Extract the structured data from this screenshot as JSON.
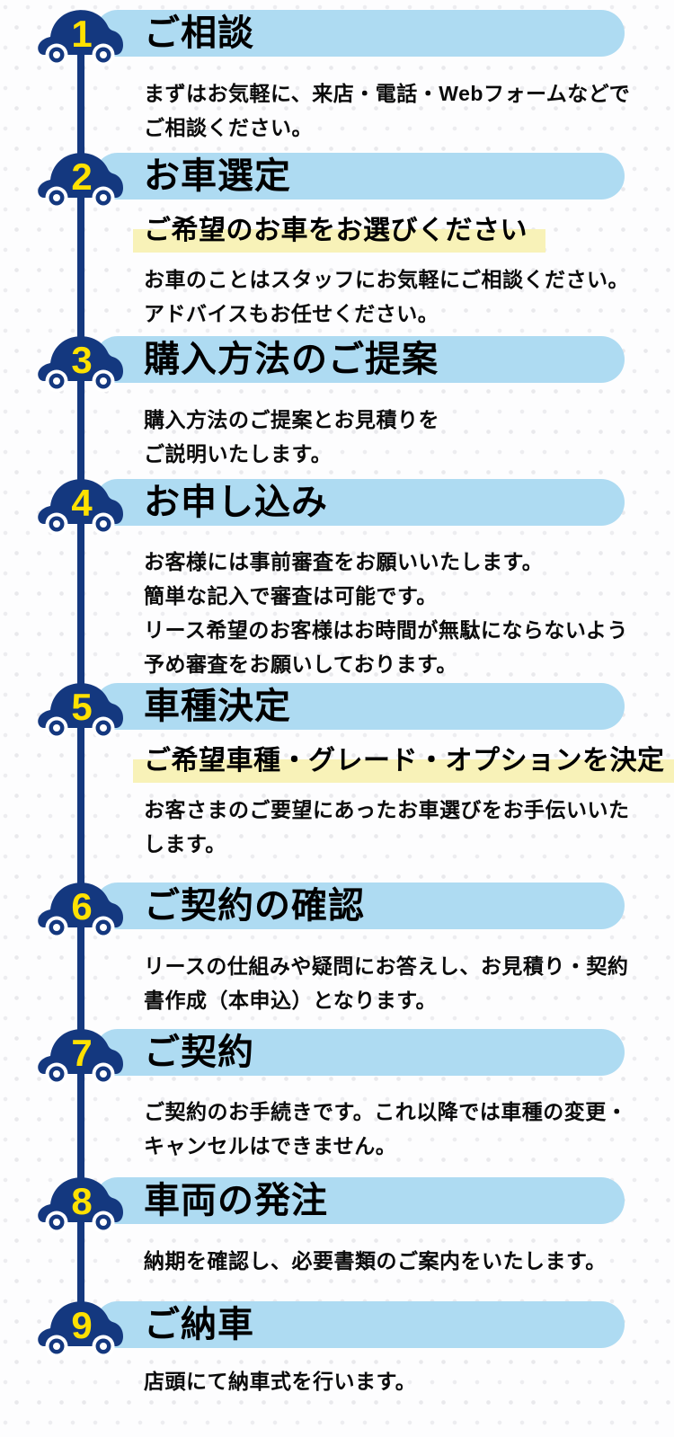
{
  "colors": {
    "navy": "#14387f",
    "bar_blue": "#aedbf2",
    "number_yellow": "#ffe100",
    "subtitle_highlight": "#f8f2b8",
    "text": "#0b0b0b",
    "background_dot": "#e9e9ec"
  },
  "icons": {
    "car": "car-icon",
    "timeline": "timeline-connector"
  },
  "steps": [
    {
      "number": "1",
      "title": "ご相談",
      "body": "まずはお気軽に、来店・電話・Webフォームなどで\nご相談ください。"
    },
    {
      "number": "2",
      "title": "お車選定",
      "subtitle": "ご希望のお車をお選びください",
      "body": "お車のことはスタッフにお気軽にご相談ください。\nアドバイスもお任せください。"
    },
    {
      "number": "3",
      "title": "購入方法のご提案",
      "body": "購入方法のご提案とお見積りを\nご説明いたします。"
    },
    {
      "number": "4",
      "title": "お申し込み",
      "body": "お客様には事前審査をお願いいたします。\n簡単な記入で審査は可能です。\nリース希望のお客様はお時間が無駄にならないよう\n予め審査をお願いしております。"
    },
    {
      "number": "5",
      "title": "車種決定",
      "subtitle": "ご希望車種・グレード・オプションを決定",
      "body": "お客さまのご要望にあったお車選びをお手伝いいた\nします。"
    },
    {
      "number": "6",
      "title": "ご契約の確認",
      "body": "リースの仕組みや疑問にお答えし、お見積り・契約\n書作成（本申込）となります。"
    },
    {
      "number": "7",
      "title": "ご契約",
      "body": "ご契約のお手続きです。これ以降では車種の変更・\nキャンセルはできません。"
    },
    {
      "number": "8",
      "title": "車両の発注",
      "body": "納期を確認し、必要書類のご案内をいたします。"
    },
    {
      "number": "9",
      "title": "ご納車",
      "body": "店頭にて納車式を行います。"
    }
  ]
}
